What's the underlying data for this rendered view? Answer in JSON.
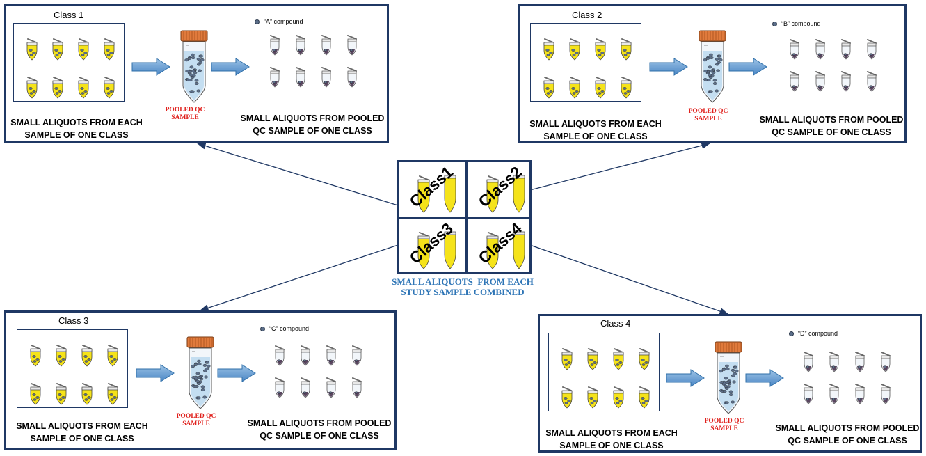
{
  "colors": {
    "frame": "#1f3864",
    "arrow": "#5b9bd5",
    "qc_red": "#e0201c",
    "caption_blue": "#2e75b6",
    "sample_yellow": "#f5e31a",
    "compound": "#5c6f8a"
  },
  "panels": [
    {
      "title": "Class 1",
      "compound": "“A” compound",
      "left_caption": "SMALL ALIQUOTS FROM EACH\nSAMPLE OF ONE CLASS",
      "qc_caption": "POOLED QC\nSAMPLE",
      "right_caption": "SMALL ALIQUOTS FROM POOLED\nQC SAMPLE OF ONE CLASS"
    },
    {
      "title": "Class 2",
      "compound": "“B” compound",
      "left_caption": "SMALL ALIQUOTS FROM EACH\nSAMPLE OF ONE CLASS",
      "qc_caption": "POOLED QC\nSAMPLE",
      "right_caption": "SMALL ALIQUOTS FROM POOLED\nQC SAMPLE OF ONE CLASS"
    },
    {
      "title": "Class 3",
      "compound": "“C” compound",
      "left_caption": "SMALL ALIQUOTS FROM EACH\nSAMPLE OF ONE CLASS",
      "qc_caption": "POOLED QC\nSAMPLE",
      "right_caption": "SMALL ALIQUOTS FROM POOLED\nQC SAMPLE OF ONE CLASS"
    },
    {
      "title": "Class 4",
      "compound": "“D” compound",
      "left_caption": "SMALL ALIQUOTS FROM EACH\nSAMPLE OF ONE CLASS",
      "qc_caption": "POOLED QC\nSAMPLE",
      "right_caption": "SMALL ALIQUOTS FROM POOLED\nQC SAMPLE OF ONE CLASS"
    }
  ],
  "center": {
    "cells": [
      "Class1",
      "Class2",
      "Class3",
      "Class4"
    ],
    "caption": "SMALL ALIQUOTS  FROM EACH\nSTUDY SAMPLE COMBINED"
  }
}
